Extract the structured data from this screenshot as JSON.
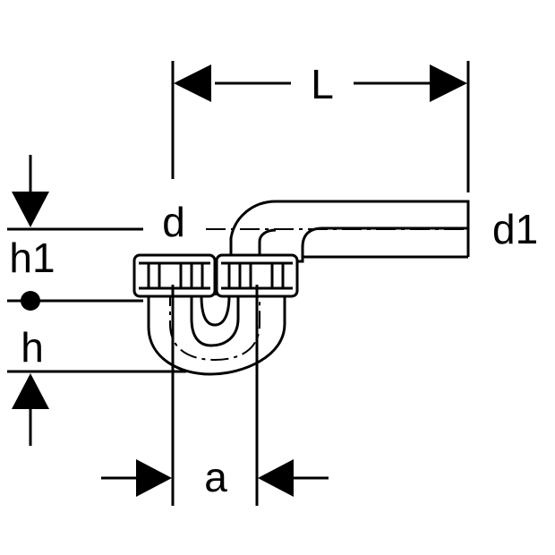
{
  "diagram": {
    "labels": {
      "L": "L",
      "d": "d",
      "d1": "d1",
      "h1": "h1",
      "h": "h",
      "a": "a"
    },
    "colors": {
      "ink": "#000000",
      "paper": "#ffffff"
    }
  }
}
